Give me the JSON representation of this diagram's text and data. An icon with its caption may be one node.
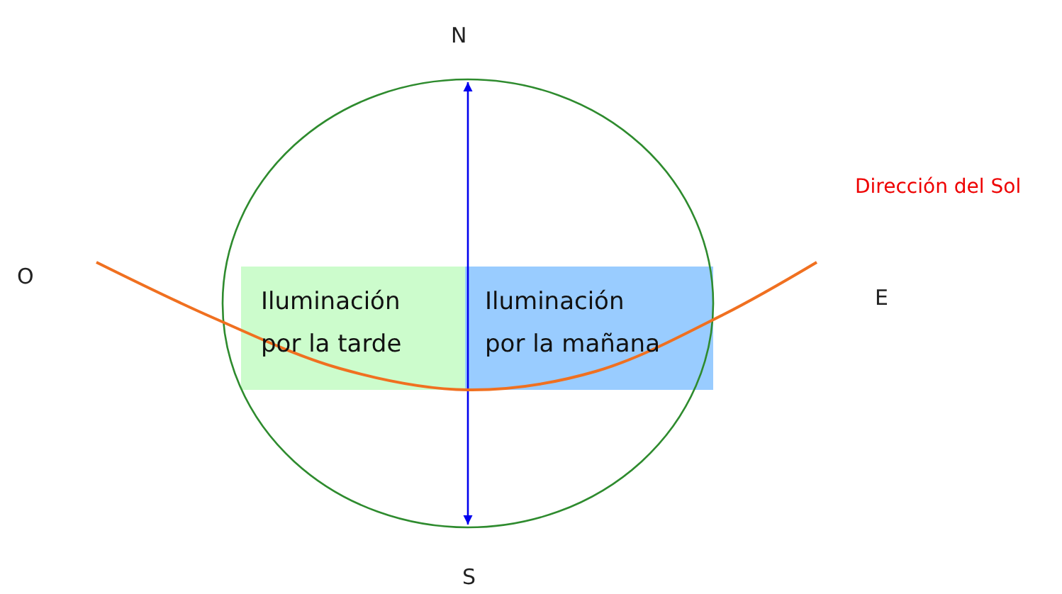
{
  "diagram": {
    "nodes": [
      {
        "text": [
          "Iluminación por la tarde"
        ]
      },
      {
        "text": [
          "Iluminación por la mañana"
        ]
      }
    ],
    "labels": [
      "N",
      "O",
      "Dirección del Sol",
      "E",
      "S"
    ]
  }
}
